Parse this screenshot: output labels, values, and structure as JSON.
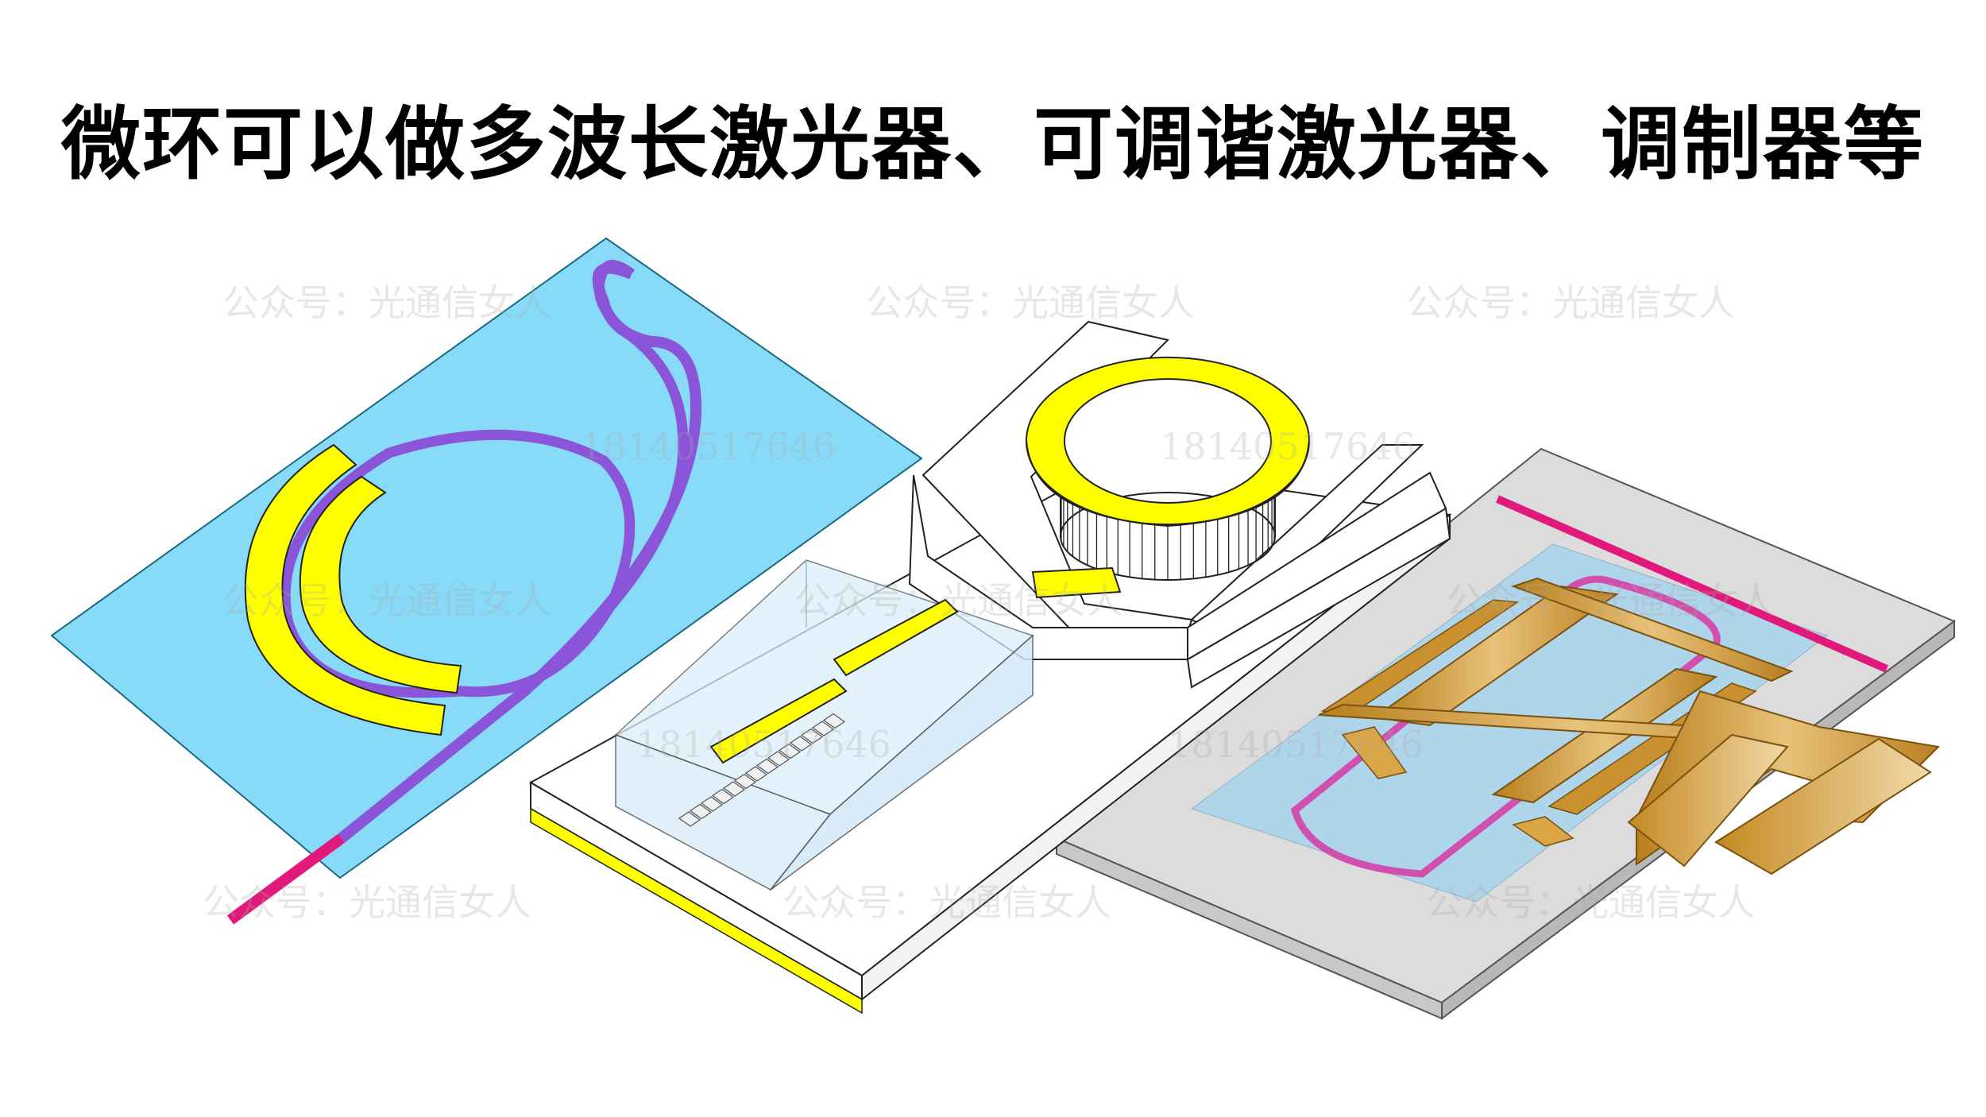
{
  "title": "微环可以做多波长激光器、可调谐激光器、调制器等",
  "watermarks": {
    "account": "公众号：光通信女人",
    "phone": "18140517646"
  },
  "colors": {
    "glass_blue": "#7fd8f8",
    "waveguide_purple": "#8a55d8",
    "waveguide_pink": "#e0197a",
    "electrode_yellow": "#ffff00",
    "electrode_gold": "#c9932a",
    "substrate_gray": "#d9d9d9",
    "cladding_blue": "#a8d4ee"
  }
}
